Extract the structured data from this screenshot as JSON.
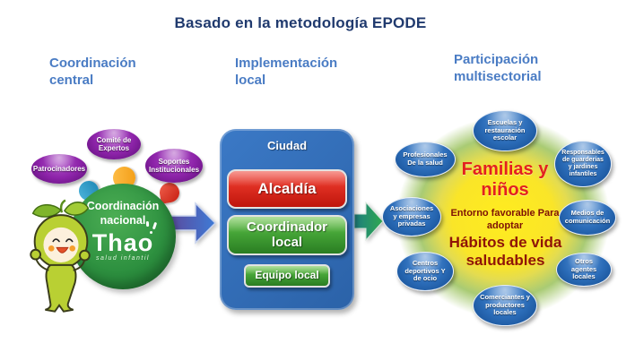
{
  "slide": {
    "title": "Basado en la metodología EPODE"
  },
  "headings": {
    "left": "Coordinación central",
    "middle": "Implementación local",
    "right": "Participación multisectorial"
  },
  "central": {
    "satellites": [
      {
        "label": "Patrocinadores"
      },
      {
        "label": "Comité de Expertos"
      },
      {
        "label": "Soportes Institucionales"
      }
    ],
    "hub": {
      "title": "Coordinación nacional",
      "logo": "Thao",
      "tagline": "salud infantil"
    },
    "mascot": "thao-sprout-mascot"
  },
  "city": {
    "title": "Ciudad",
    "levels": [
      {
        "label": "Alcaldía"
      },
      {
        "label": "Coordinador local"
      },
      {
        "label": "Equipo local"
      }
    ]
  },
  "community": {
    "center_primary": "Familias y niños",
    "center_secondary": "Entorno favorable Para adoptar",
    "center_tertiary": "Hábitos de vida saludables",
    "satellites": [
      {
        "label": "Escuelas y restauración escolar"
      },
      {
        "label": "Responsables de guarderías y jardines infantiles"
      },
      {
        "label": "Profesionales De la salud"
      },
      {
        "label": "Medios de comunicación"
      },
      {
        "label": "Asociaciones y empresas privadas"
      },
      {
        "label": "Otros agentes locales"
      },
      {
        "label": "Centros deportivos Y de ocio"
      },
      {
        "label": "Comerciantes y productores locales"
      }
    ]
  },
  "colors": {
    "title_navy": "#203A6E",
    "heading_blue": "#4A7CC4",
    "purple_node": "#8E24AA",
    "blue_node": "#2B6CB8",
    "hub_green": "#2E9140",
    "city_blue": "#2F6CB5",
    "alcaldia_red": "#DE2E22",
    "local_green": "#45A437",
    "familias_red": "#E32020",
    "entorno_dark_red": "#7E1206",
    "blob_yellow": "#FFEC1F",
    "blob_green_edge": "#A9CB74"
  }
}
